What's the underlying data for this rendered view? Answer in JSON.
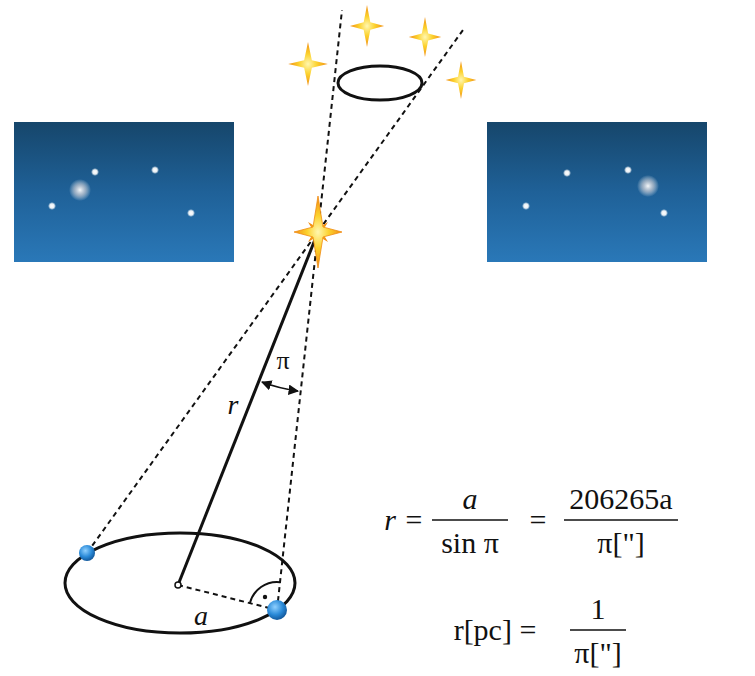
{
  "diagram": {
    "labels": [
      "π",
      "r",
      "a",
      "r =",
      "a",
      "sin π",
      "=",
      "206265a",
      "π[\"]",
      "r[pc] =",
      "1",
      "π[\"]"
    ]
  }
}
